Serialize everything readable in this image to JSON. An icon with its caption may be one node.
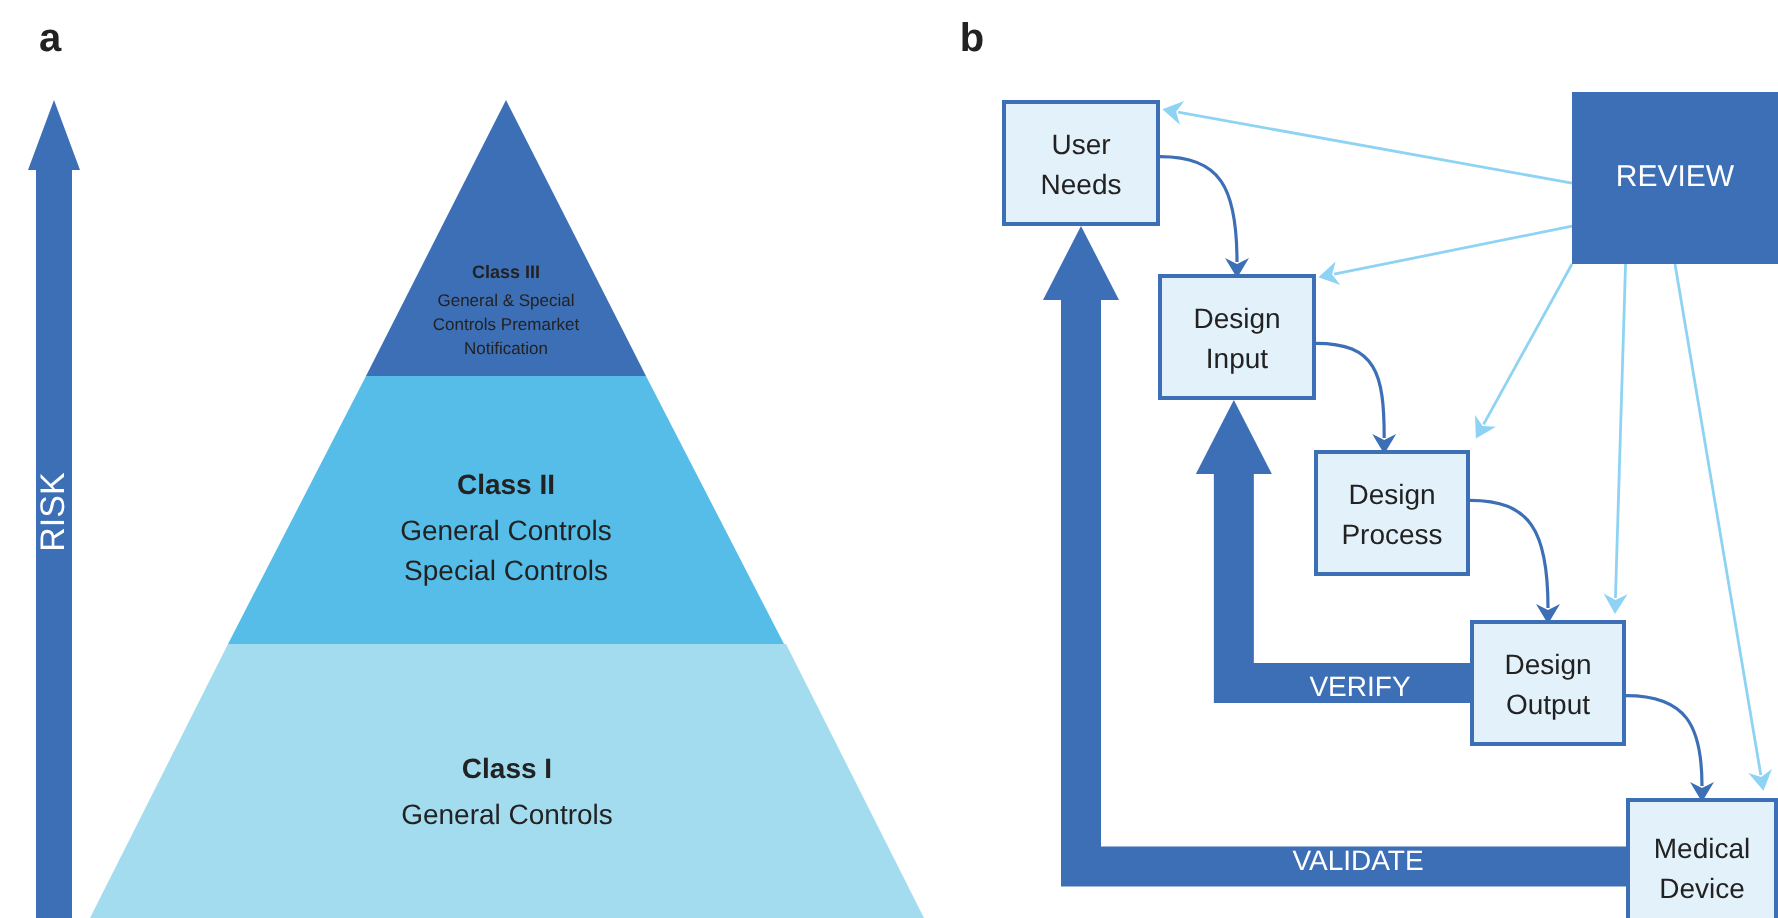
{
  "diagram": {
    "nodes": [
      {
        "text": [
          "Class III",
          "General & Special Controls Premarket Notification"
        ]
      },
      {
        "text": [
          "Class II",
          "General Controls Special Controls"
        ]
      },
      {
        "text": [
          "Class I",
          "General Controls"
        ]
      },
      {
        "text": [
          "User Needs"
        ]
      },
      {
        "text": [
          "Design Input"
        ]
      },
      {
        "text": [
          "Design Process"
        ]
      },
      {
        "text": [
          "Design Output"
        ]
      },
      {
        "text": [
          "Medical Device"
        ]
      },
      {
        "text": [
          "REVIEW"
        ]
      }
    ],
    "edges": [
      {
        "from": 3,
        "to": 4,
        "arrow": "to"
      },
      {
        "from": 4,
        "to": 5,
        "arrow": "to"
      },
      {
        "from": 5,
        "to": 6,
        "arrow": "to"
      },
      {
        "from": 6,
        "to": 7,
        "arrow": "to"
      },
      {
        "from": 8,
        "to": 3,
        "arrow": "to",
        "color": "#8fd3f4"
      },
      {
        "from": 8,
        "to": 4,
        "arrow": "to",
        "color": "#8fd3f4"
      },
      {
        "from": 8,
        "to": 5,
        "arrow": "to",
        "color": "#8fd3f4"
      },
      {
        "from": 8,
        "to": 6,
        "arrow": "to",
        "color": "#8fd3f4"
      },
      {
        "from": 8,
        "to": 7,
        "arrow": "to",
        "color": "#8fd3f4"
      },
      {
        "from": 6,
        "to": 4,
        "arrow": "to",
        "label": "VERIFY",
        "style": "thick"
      },
      {
        "from": 7,
        "to": 3,
        "arrow": "to",
        "label": "VALIDATE",
        "style": "thick"
      }
    ],
    "labels": [
      "a",
      "b",
      "RISK"
    ]
  }
}
